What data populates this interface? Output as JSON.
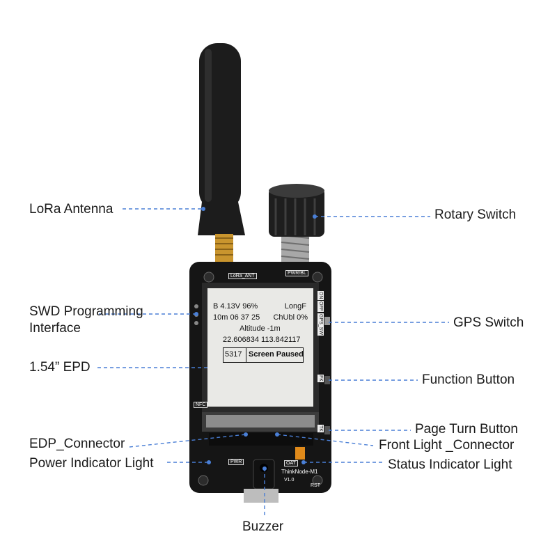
{
  "labels": {
    "lora_antenna": "LoRa Antenna",
    "swd_line1": "SWD Programming",
    "swd_line2": "Interface",
    "epd": "1.54” EPD",
    "edp_connector": "EDP_Connector",
    "power_indicator": "Power Indicator Light",
    "buzzer": "Buzzer",
    "rotary_switch": "Rotary Switch",
    "gps_switch": "GPS Switch",
    "function_button": "Function Button",
    "page_turn_button": "Page Turn Button",
    "front_light_connector": "Front Light _Connector",
    "status_indicator": "Status Indicator Light"
  },
  "screen": {
    "battery": "B 4.13V  96%",
    "mode": "LongF",
    "time": "10m 06 37 25",
    "chutil": "ChUbl  0%",
    "altitude": "Altitude  -1m",
    "coords": "22.606834 113.842117",
    "id": "5317",
    "status": "Screen Paused"
  },
  "pcb": {
    "lora_ant": "LoRa_ANT",
    "pwr_bl": "PWR/BL",
    "on": "ON",
    "off": "OFF",
    "gps_sw": "GPS_SW",
    "fk": "FK",
    "tk": "TK",
    "nfc": "NFC",
    "pwr": "PWR",
    "oat": "OAT",
    "model": "ThinkNode-M1",
    "version": "V1.0",
    "rst": "RST"
  },
  "colors": {
    "leader": "#4a7fd6",
    "board": "#151515",
    "antenna": "#1c1c1c",
    "gold": "#c9952e"
  }
}
